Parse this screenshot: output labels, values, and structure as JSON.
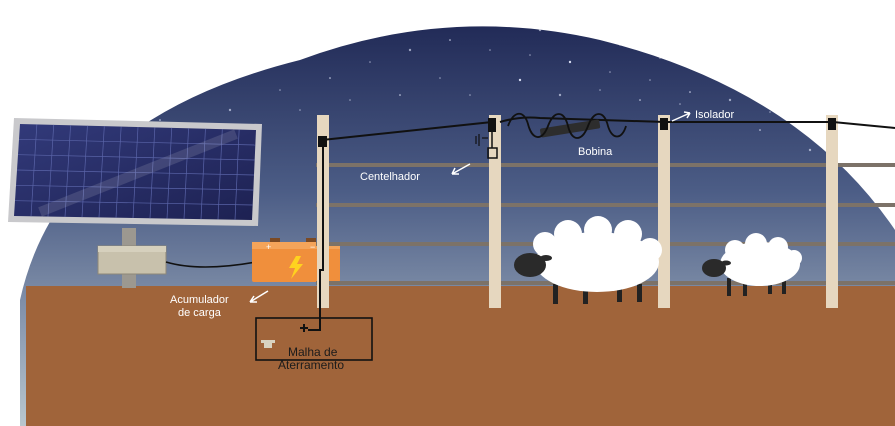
{
  "labels": {
    "isolator": "Isolador",
    "coil": "Bobina",
    "spark_gap": "Centelhador",
    "battery_line1": "Acumulador",
    "battery_line2": "de carga",
    "grounding_line1": "Malha de",
    "grounding_line2": "Aterramento"
  },
  "colors": {
    "sky_top": "#1b2350",
    "sky_mid": "#4c5d86",
    "sky_bottom": "#b9c7cf",
    "ground": "#a0643a",
    "post": "#e6d7bf",
    "rail": "#7c7268",
    "battery": "#f08f3c",
    "panel": "#262b63",
    "wire": "#111111",
    "label_text": "#ffffff"
  },
  "icons": {
    "bolt": "lightning-bolt-icon",
    "battery_plus": "plus-sign",
    "battery_minus": "minus-sign"
  }
}
